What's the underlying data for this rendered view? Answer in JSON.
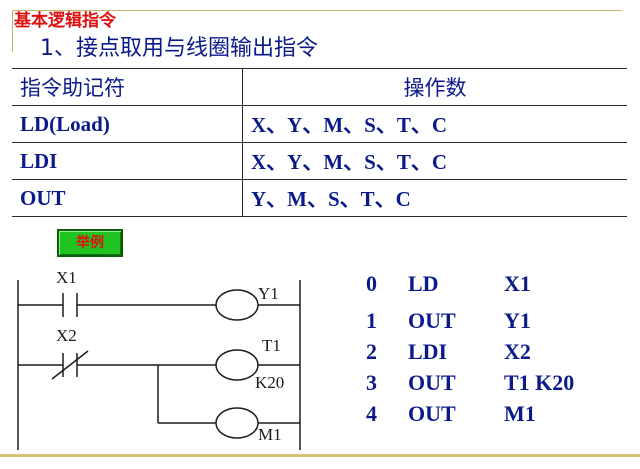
{
  "header": {
    "section_title": "基本逻辑指令",
    "subtitle": "1、接点取用与线圈输出指令"
  },
  "table": {
    "headers": [
      "指令助记符",
      "操作数"
    ],
    "rows": [
      [
        "LD(Load)",
        "X、Y、M、S、T、C"
      ],
      [
        "LDI",
        "X、Y、M、S、T、C"
      ],
      [
        "OUT",
        "Y、M、S、T、C"
      ]
    ]
  },
  "example_button": "举例",
  "ladder": {
    "contact_labels": [
      "X1",
      "X2"
    ],
    "coil_labels": [
      "Y1",
      "T1",
      "K20",
      "M1"
    ]
  },
  "program": [
    {
      "step": "0",
      "op": "LD",
      "arg": "X1"
    },
    {
      "step": "1",
      "op": "OUT",
      "arg": "Y1"
    },
    {
      "step": "2",
      "op": "LDI",
      "arg": "X2"
    },
    {
      "step": "3",
      "op": "OUT",
      "arg": "T1  K20"
    },
    {
      "step": "4",
      "op": "OUT",
      "arg": "M1"
    }
  ],
  "colors": {
    "title_red": "#e01010",
    "text_blue": "#0b1a8a",
    "button_green": "#21c321",
    "frame_gold": "#c9b46a"
  }
}
